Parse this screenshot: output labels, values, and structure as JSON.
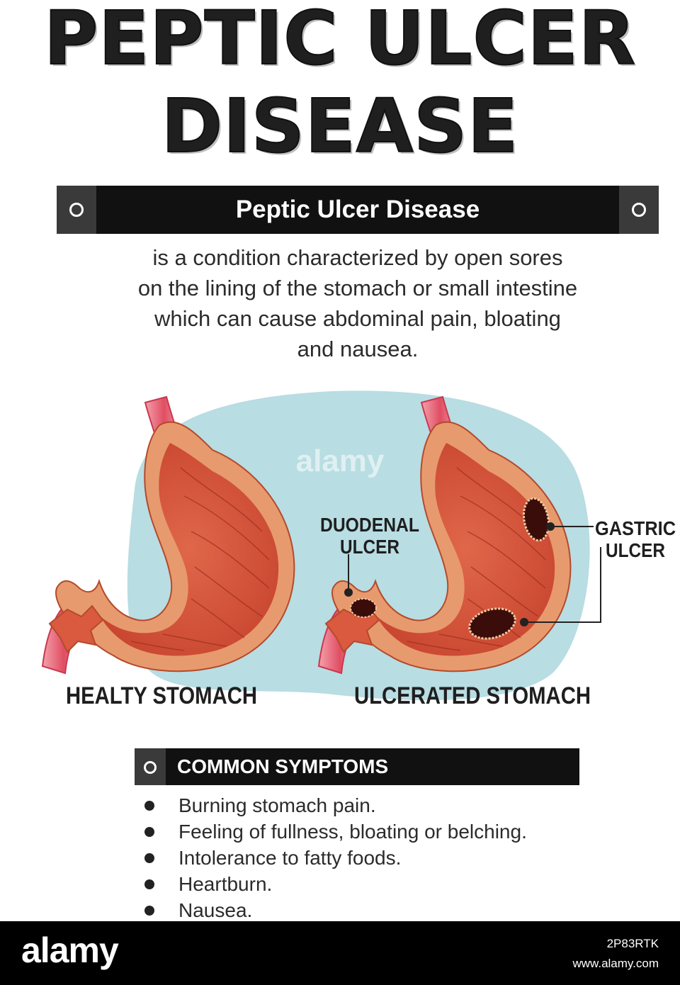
{
  "title": {
    "line1": "PEPTIC ULCER",
    "line2": "DISEASE"
  },
  "banner": {
    "label": "Peptic Ulcer Disease"
  },
  "description": [
    "is a condition characterized by open sores",
    "on the lining of the stomach or small intestine",
    "which can cause abdominal pain, bloating",
    "and nausea."
  ],
  "diagram": {
    "healthy_label": "HEALTY STOMACH",
    "ulcerated_label": "ULCERATED STOMACH",
    "duodenal_label": [
      "DUODENAL",
      "ULCER"
    ],
    "gastric_label": [
      "GASTRIC",
      "ULCER"
    ],
    "watermark": "alamy",
    "colors": {
      "background_blob": "#b8dde3",
      "stomach": "#d9583b",
      "stomach_edge": "#e79a6e",
      "ulcer": "#3a0d0a",
      "esophagus": "#e04e63"
    }
  },
  "symptoms": {
    "header": "COMMON SYMPTOMS",
    "items": [
      "Burning stomach pain.",
      "Feeling of fullness, bloating or belching.",
      "Intolerance to fatty foods.",
      "Heartburn.",
      "Nausea."
    ]
  },
  "footer": {
    "logo": "alamy",
    "image_id": "2P83RTK",
    "site": "www.alamy.com"
  }
}
